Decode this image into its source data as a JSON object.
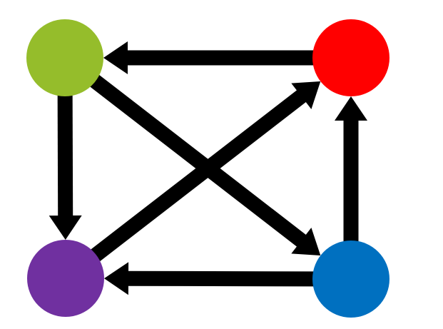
{
  "nodes": [
    {
      "id": "top-left",
      "color": "#95bd2b"
    },
    {
      "id": "top-right",
      "color": "#ff0000"
    },
    {
      "id": "bottom-left",
      "color": "#7030a0"
    },
    {
      "id": "bottom-right",
      "color": "#0070c0"
    }
  ],
  "edges": [
    {
      "id": "top-right-to-top-left",
      "from": "top-right",
      "to": "top-left"
    },
    {
      "id": "top-left-to-bottom-left",
      "from": "top-left",
      "to": "bottom-left"
    },
    {
      "id": "top-left-to-bottom-right",
      "from": "top-left",
      "to": "bottom-right"
    },
    {
      "id": "bottom-left-to-top-right",
      "from": "bottom-left",
      "to": "top-right"
    },
    {
      "id": "bottom-right-to-bottom-left",
      "from": "bottom-right",
      "to": "bottom-left"
    },
    {
      "id": "bottom-right-to-top-right",
      "from": "bottom-right",
      "to": "top-right"
    }
  ],
  "edge_color": "#000000",
  "background": "#ffffff"
}
